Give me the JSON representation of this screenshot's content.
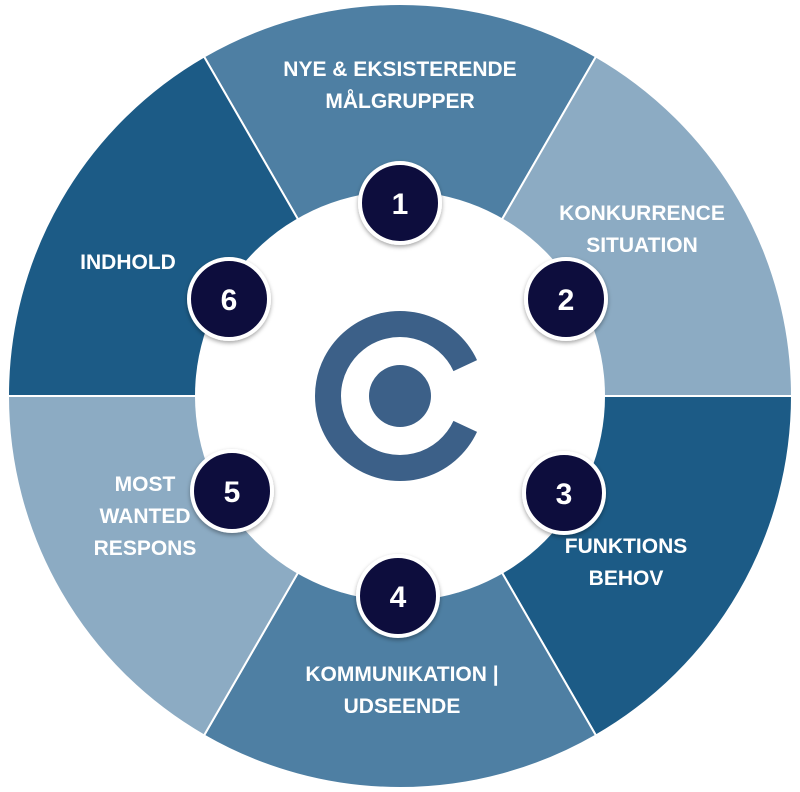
{
  "segments": [
    {
      "number": "1",
      "lines": [
        "NYE & EKSISTERENDE",
        "MÅLGRUPPER"
      ],
      "color": "#4e7fa3"
    },
    {
      "number": "2",
      "lines": [
        "KONKURRENCE",
        "SITUATION"
      ],
      "color": "#8cabc3"
    },
    {
      "number": "3",
      "lines": [
        "FUNKTIONS",
        "BEHOV"
      ],
      "color": "#1c5b86"
    },
    {
      "number": "4",
      "lines": [
        "KOMMUNIKATION |",
        "UDSEENDE"
      ],
      "color": "#4e7fa3"
    },
    {
      "number": "5",
      "lines": [
        "MOST",
        "WANTED",
        "RESPONS"
      ],
      "color": "#8cabc3"
    },
    {
      "number": "6",
      "lines": [
        "INDHOLD"
      ],
      "color": "#1c5b86"
    }
  ],
  "colors": {
    "badge_fill": "#0b0b3c",
    "badge_ring": "#ffffff",
    "center_fill": "#ffffff",
    "logo": "#3c6088",
    "label_text": "#ffffff"
  },
  "center_logo": "c-ring-logo-icon"
}
